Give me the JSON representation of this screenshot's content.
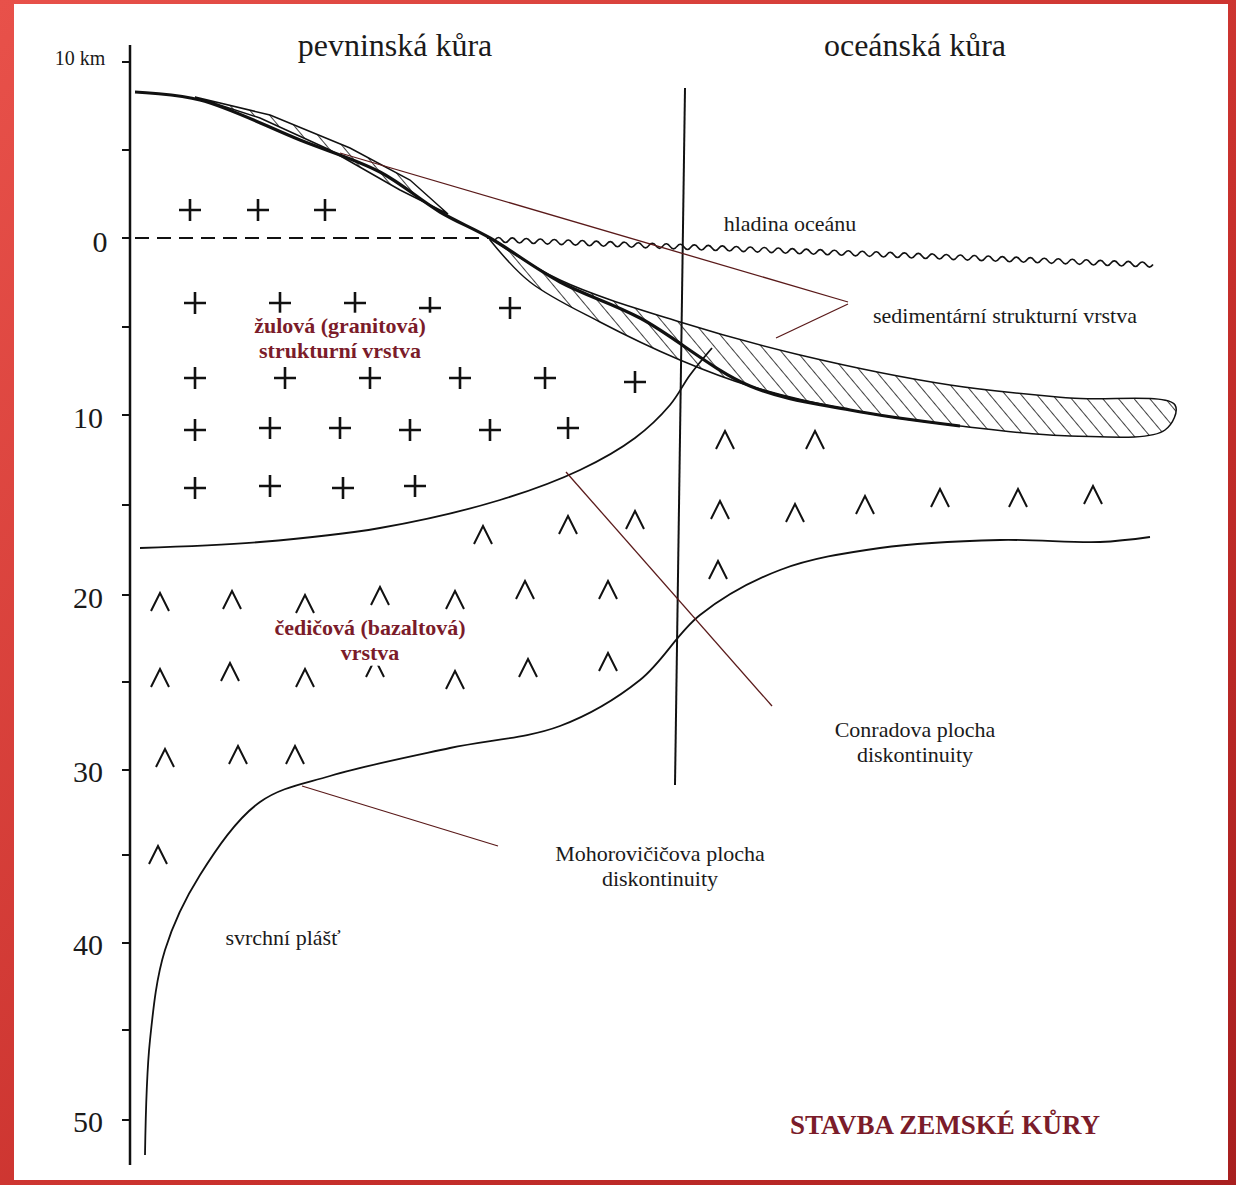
{
  "diagram": {
    "title": "STAVBA ZEMSKÉ KŮRY",
    "labels": [
      "pevninská kůra",
      "oceánská kůra",
      "10 km",
      "0",
      "10",
      "20",
      "30",
      "40",
      "50",
      "hladina oceánu",
      "sedimentární strukturní vrstva",
      "žulová (granitová) strukturní vrstva",
      "čedičová (bazaltová) vrstva",
      "Conradova plocha diskontinuity",
      "Mohorovičičova plocha diskontinuity",
      "svrchní plášť"
    ]
  }
}
